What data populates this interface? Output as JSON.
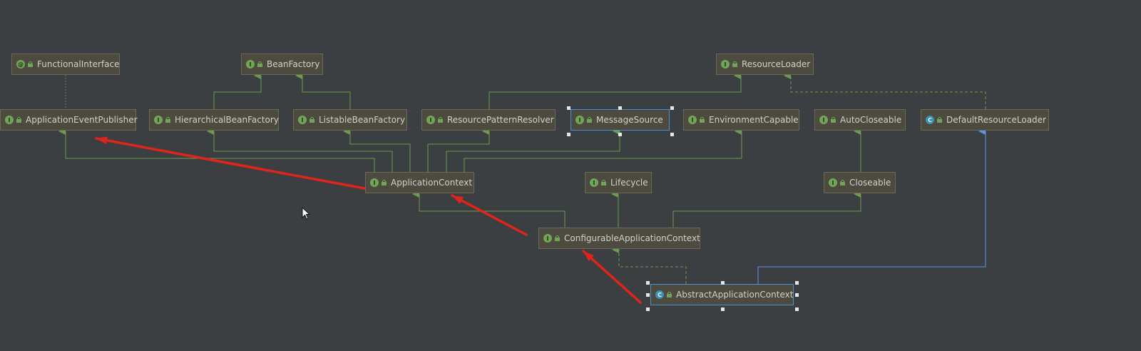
{
  "nodes": [
    {
      "id": "functional_interface",
      "name": "FunctionalInterface",
      "kind": "annotation",
      "badge": "@"
    },
    {
      "id": "bean_factory",
      "name": "BeanFactory",
      "kind": "interface",
      "badge": "I"
    },
    {
      "id": "resource_loader",
      "name": "ResourceLoader",
      "kind": "interface",
      "badge": "I"
    },
    {
      "id": "application_event_publisher",
      "name": "ApplicationEventPublisher",
      "kind": "interface",
      "badge": "I"
    },
    {
      "id": "hierarchical_bean_factory",
      "name": "HierarchicalBeanFactory",
      "kind": "interface",
      "badge": "I"
    },
    {
      "id": "listable_bean_factory",
      "name": "ListableBeanFactory",
      "kind": "interface",
      "badge": "I"
    },
    {
      "id": "resource_pattern_resolver",
      "name": "ResourcePatternResolver",
      "kind": "interface",
      "badge": "I"
    },
    {
      "id": "message_source",
      "name": "MessageSource",
      "kind": "interface",
      "badge": "I",
      "selected": true
    },
    {
      "id": "environment_capable",
      "name": "EnvironmentCapable",
      "kind": "interface",
      "badge": "I"
    },
    {
      "id": "auto_closeable",
      "name": "AutoCloseable",
      "kind": "interface",
      "badge": "I"
    },
    {
      "id": "default_resource_loader",
      "name": "DefaultResourceLoader",
      "kind": "class",
      "badge": "C"
    },
    {
      "id": "application_context",
      "name": "ApplicationContext",
      "kind": "interface",
      "badge": "I"
    },
    {
      "id": "lifecycle",
      "name": "Lifecycle",
      "kind": "interface",
      "badge": "I"
    },
    {
      "id": "closeable",
      "name": "Closeable",
      "kind": "interface",
      "badge": "I"
    },
    {
      "id": "configurable_application_context",
      "name": "ConfigurableApplicationContext",
      "kind": "interface",
      "badge": "I"
    },
    {
      "id": "abstract_application_context",
      "name": "AbstractApplicationContext",
      "kind": "class",
      "badge": "C",
      "selected": true
    }
  ],
  "colors": {
    "background": "#3c3f41",
    "node_fill": "#4d4a3f",
    "node_border": "#6b6857",
    "extends_edge": "#6a9b4f",
    "implements_class_edge": "#5b93e0",
    "annotation_edge": "#7a7a6a",
    "annotation_arrow": "#e0241b",
    "selection": "#4b8ed1"
  },
  "annotations": [
    {
      "type": "red-arrow",
      "from": "application_context",
      "to": "application_event_publisher"
    },
    {
      "type": "red-arrow",
      "from": "configurable_application_context",
      "to": "application_context"
    },
    {
      "type": "red-arrow",
      "from": "abstract_application_context",
      "to": "configurable_application_context"
    }
  ]
}
